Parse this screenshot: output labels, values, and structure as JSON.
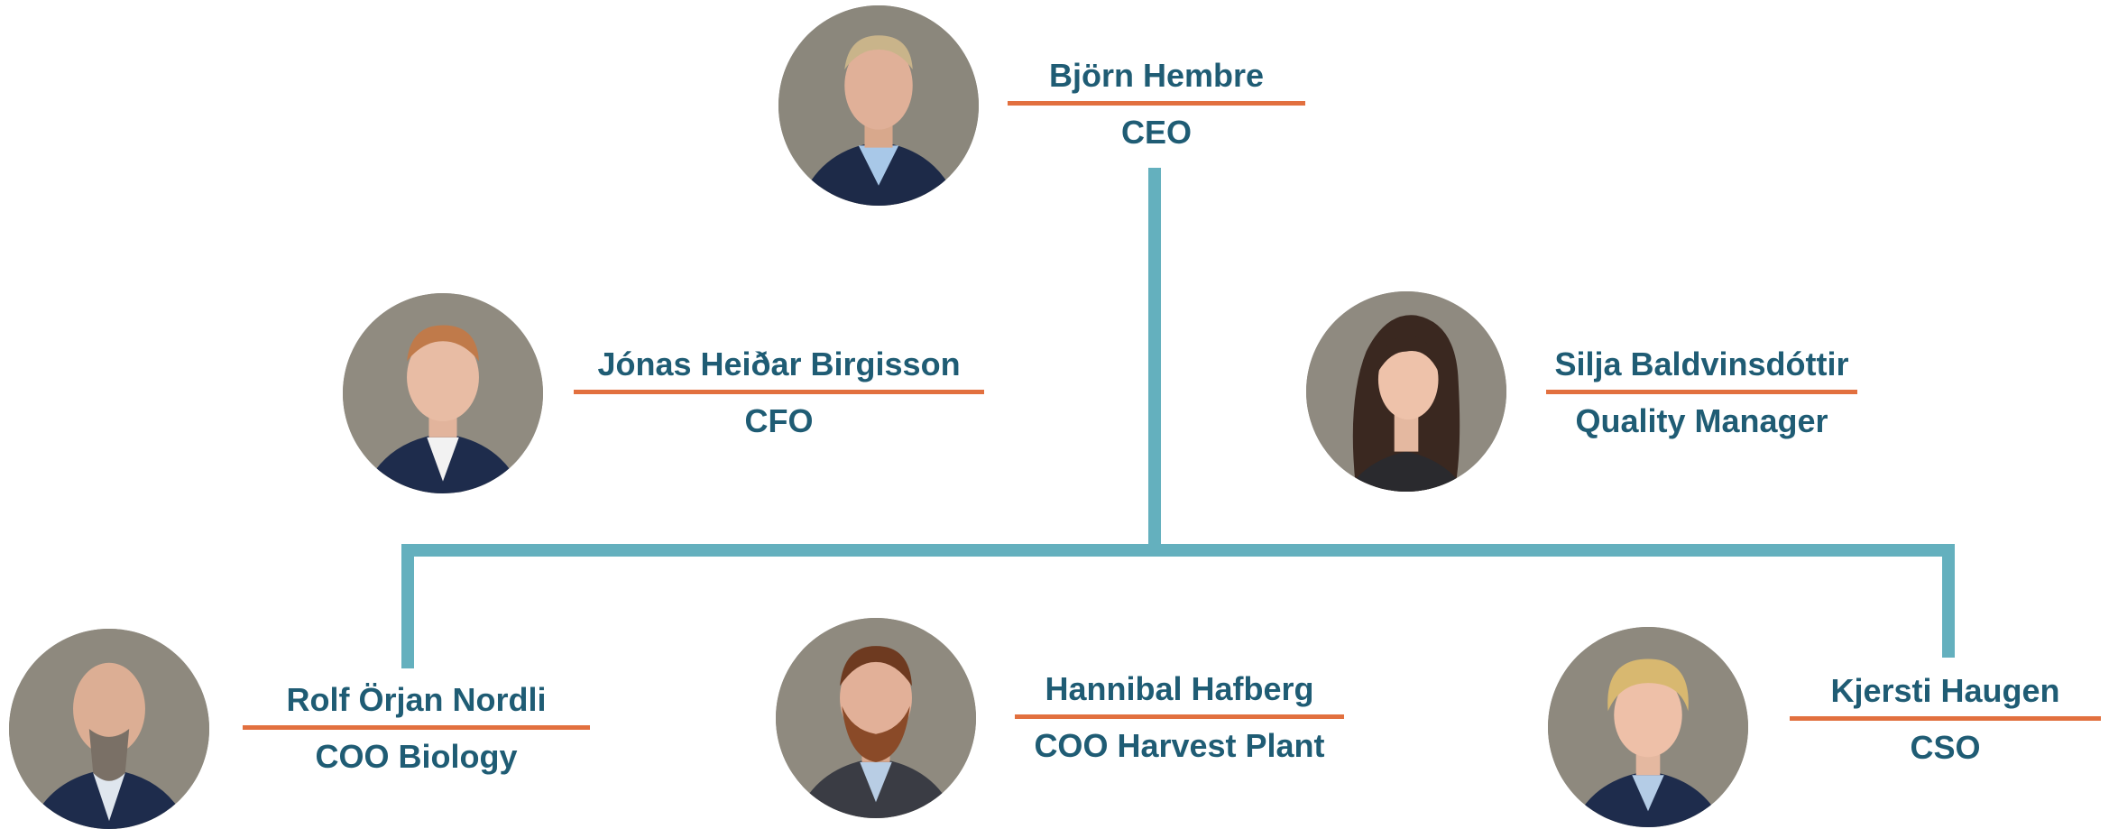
{
  "colors": {
    "connector": "#64b0be",
    "rule": "#e2703f",
    "text": "#1f5c74"
  },
  "people": {
    "ceo": {
      "name": "Björn Hembre",
      "title": "CEO"
    },
    "cfo": {
      "name": "Jónas Heiðar Birgisson",
      "title": "CFO"
    },
    "quality": {
      "name": "Silja Baldvinsdóttir",
      "title": "Quality Manager"
    },
    "coo_bio": {
      "name": "Rolf Örjan Nordli",
      "title": "COO Biology"
    },
    "coo_harvest": {
      "name": "Hannibal Hafberg",
      "title": "COO Harvest Plant"
    },
    "cso": {
      "name": "Kjersti Haugen",
      "title": "CSO"
    }
  }
}
